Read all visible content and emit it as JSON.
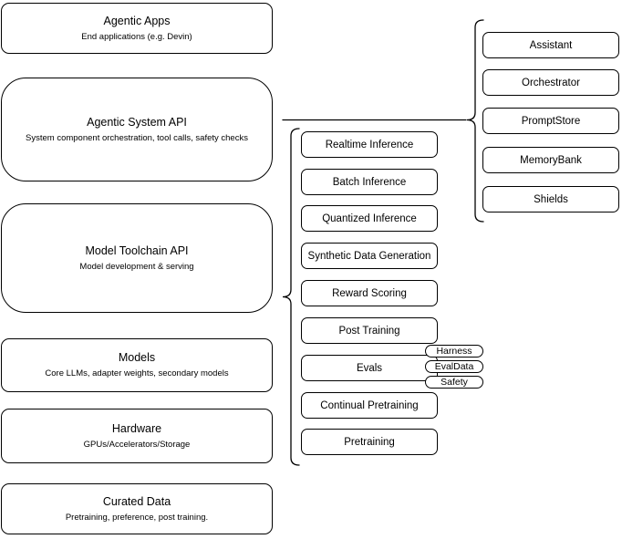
{
  "diagram": {
    "left_stack": [
      {
        "title": "Agentic Apps",
        "subtitle": "End applications (e.g. Devin)"
      },
      {
        "title": "Agentic System API",
        "subtitle": "System component orchestration, tool calls, safety checks"
      },
      {
        "title": "Model Toolchain API",
        "subtitle": "Model development & serving"
      },
      {
        "title": "Models",
        "subtitle": "Core LLMs, adapter weights, secondary models"
      },
      {
        "title": "Hardware",
        "subtitle": "GPUs/Accelerators/Storage"
      },
      {
        "title": "Curated Data",
        "subtitle": "Pretraining, preference, post training."
      }
    ],
    "toolchain_services": [
      {
        "label": "Realtime Inference"
      },
      {
        "label": "Batch Inference"
      },
      {
        "label": "Quantized Inference"
      },
      {
        "label": "Synthetic Data Generation"
      },
      {
        "label": "Reward Scoring"
      },
      {
        "label": "Post Training"
      },
      {
        "label": "Evals"
      },
      {
        "label": "Continual Pretraining"
      },
      {
        "label": "Pretraining"
      }
    ],
    "evals_tags": [
      {
        "label": "Harness"
      },
      {
        "label": "EvalData"
      },
      {
        "label": "Safety"
      }
    ],
    "system_components": [
      {
        "label": "Assistant"
      },
      {
        "label": "Orchestrator"
      },
      {
        "label": "PromptStore"
      },
      {
        "label": "MemoryBank"
      },
      {
        "label": "Shields"
      }
    ],
    "colors": {
      "stroke": "#000000",
      "background": "#ffffff"
    }
  }
}
